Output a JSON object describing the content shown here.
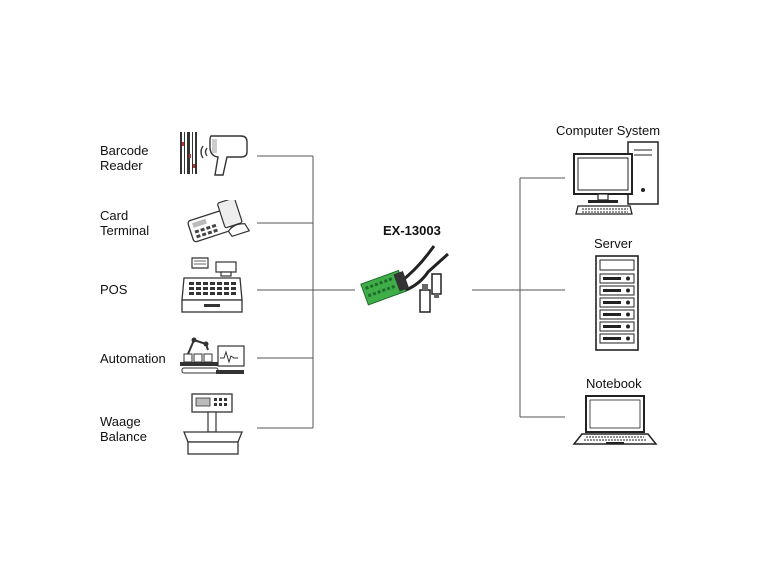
{
  "device": {
    "name": "EX-13003"
  },
  "left_devices": [
    {
      "label_lines": [
        "Barcode",
        "Reader"
      ],
      "icon": "barcode-reader-icon"
    },
    {
      "label_lines": [
        "Card",
        "Terminal"
      ],
      "icon": "card-terminal-icon"
    },
    {
      "label_lines": [
        "POS"
      ],
      "icon": "pos-register-icon"
    },
    {
      "label_lines": [
        "Automation"
      ],
      "icon": "automation-icon"
    },
    {
      "label_lines": [
        "Waage",
        "Balance"
      ],
      "icon": "scale-icon"
    }
  ],
  "right_devices": [
    {
      "label": "Computer System",
      "icon": "computer-system-icon"
    },
    {
      "label": "Server",
      "icon": "server-icon"
    },
    {
      "label": "Notebook",
      "icon": "notebook-icon"
    }
  ],
  "colors": {
    "line": "#555555",
    "terminal_green": "#3fae49",
    "icon_stroke": "#333333"
  }
}
